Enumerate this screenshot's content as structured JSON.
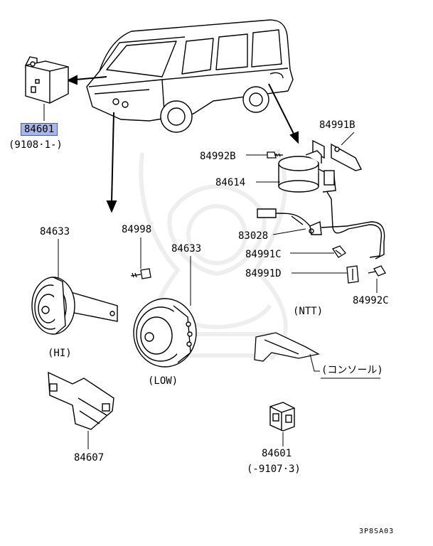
{
  "parts": {
    "relay_top": {
      "number": "84601",
      "date_range": "(9108·1-)"
    },
    "wire_holder": {
      "number": "84991B"
    },
    "screw_b": {
      "number": "84992B"
    },
    "relay_center": {
      "number": "84614"
    },
    "harness": {
      "number": "83028"
    },
    "clamp_c": {
      "number": "84991C"
    },
    "clamp_d": {
      "number": "84991D"
    },
    "screw_c": {
      "number": "84992C"
    },
    "horn_hi": {
      "number": "84633",
      "caption": "(HI)"
    },
    "bolt": {
      "number": "84998"
    },
    "horn_low": {
      "number": "84633",
      "caption": "(LOW)"
    },
    "bracket": {
      "number": "84607"
    },
    "relay_bottom": {
      "number": "84601",
      "date_range": "(-9107·3)"
    }
  },
  "notes": {
    "ntt": "(NTT)",
    "console": "(コンソール)"
  },
  "diagram_code": "3P8SA03"
}
